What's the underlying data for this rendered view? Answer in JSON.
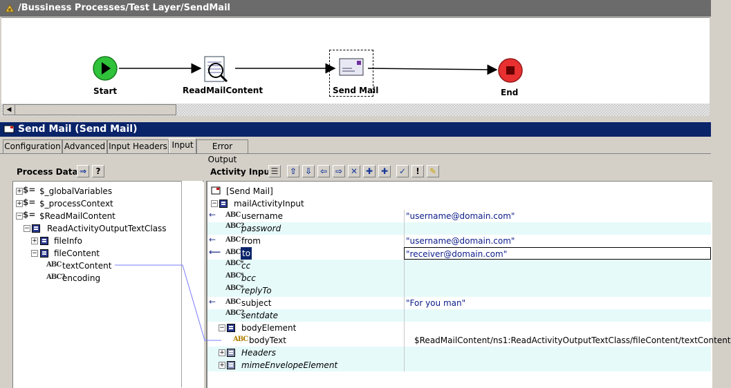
{
  "window": {
    "title": "/Bussiness Processes/Test Layer/SendMail"
  },
  "process": {
    "nodes": [
      {
        "label": "Start"
      },
      {
        "label": "ReadMailContent"
      },
      {
        "label": "Send Mail"
      },
      {
        "label": "End"
      }
    ]
  },
  "activity": {
    "header": "Send Mail (Send Mail)"
  },
  "tabs": [
    "Configuration",
    "Advanced",
    "Input Headers",
    "Input",
    "Error Output"
  ],
  "active_tab": "Input",
  "process_data": {
    "heading": "Process Data:",
    "tree": [
      {
        "label": "$_globalVariables"
      },
      {
        "label": "$_processContext"
      },
      {
        "label": "$ReadMailContent"
      },
      {
        "label": "ReadActivityOutputTextClass"
      },
      {
        "label": "fileInfo"
      },
      {
        "label": "fileContent"
      },
      {
        "label": "textContent"
      },
      {
        "label": "encoding"
      }
    ]
  },
  "activity_input": {
    "heading": "Activity Input:",
    "rows": [
      {
        "label": "[Send Mail]",
        "value": ""
      },
      {
        "label": "mailActivityInput",
        "value": ""
      },
      {
        "label": "username",
        "value": "\"username@domain.com\""
      },
      {
        "label": "password",
        "value": ""
      },
      {
        "label": "from",
        "value": "\"username@domain.com\""
      },
      {
        "label": "to",
        "value": "\"receiver@domain.com\""
      },
      {
        "label": "cc",
        "value": ""
      },
      {
        "label": "bcc",
        "value": ""
      },
      {
        "label": "replyTo",
        "value": ""
      },
      {
        "label": "subject",
        "value": "\"For you man\""
      },
      {
        "label": "sentdate",
        "value": ""
      },
      {
        "label": "bodyElement",
        "value": ""
      },
      {
        "label": "bodyText",
        "value": "$ReadMailContent/ns1:ReadActivityOutputTextClass/fileContent/textContent"
      },
      {
        "label": "Headers",
        "value": ""
      },
      {
        "label": "mimeEnvelopeElement",
        "value": ""
      }
    ]
  },
  "colors": {
    "header_blue": "#0a246a",
    "title_gray": "#6b6b6b",
    "value_text": "#0a1a8a",
    "row_teal": "#e6fafa"
  }
}
